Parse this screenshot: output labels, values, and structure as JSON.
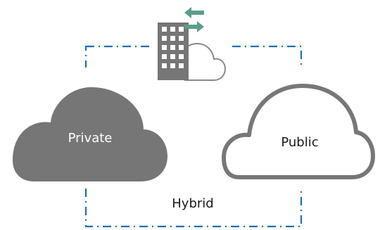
{
  "diagram": {
    "labels": {
      "private": "Private",
      "public": "Public",
      "hybrid": "Hybrid"
    },
    "icons": {
      "building": "office-building-icon",
      "arrows": "bidirectional-sync-arrows-icon",
      "small_cloud": "small-cloud-icon"
    },
    "colors": {
      "private_cloud_fill": "#767676",
      "public_cloud_stroke": "#777777",
      "public_cloud_fill": "#ffffff",
      "hybrid_border": "#1f6fb5",
      "building_fill": "#767676",
      "arrows": "#5a9e8a"
    }
  }
}
